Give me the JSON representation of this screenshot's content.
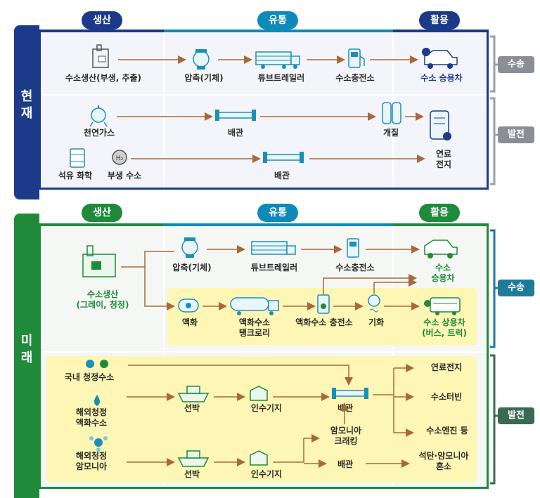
{
  "current": {
    "side_label": "현\n재",
    "phases": {
      "production": "생산",
      "distribution": "유통",
      "usage": "활용"
    },
    "transport_tag": "수송",
    "power_tag": "발전",
    "row1": {
      "production": "수소생산(부생, 추출)",
      "compress": "압축(기체)",
      "trailer": "튜브트레일러",
      "station": "수소충전소",
      "vehicle": "수소 승용차"
    },
    "row2": {
      "source": "천연가스",
      "pipe": "배관",
      "reform": "개질",
      "fuelcell": "연료\n전지"
    },
    "row3": {
      "source1": "석유 화학",
      "source2": "부생 수소",
      "pipe": "배관"
    }
  },
  "future": {
    "side_label": "미\n래",
    "phases": {
      "production": "생산",
      "distribution": "유통",
      "usage": "활용"
    },
    "transport_tag": "수송",
    "power_tag": "발전",
    "transport": {
      "production": "수소생산\n(그레이, 청정)",
      "compress": "압축(기체)",
      "trailer": "튜브트레일러",
      "station": "수소충전소",
      "car": "수소\n승용차",
      "liquefy": "액화",
      "lh2_tanker": "액화수소\n탱크로리",
      "lh2_station": "액화수소 충전소",
      "vaporize": "기화",
      "commercial": "수소 상용차\n(버스, 트럭)"
    },
    "power": {
      "domestic": "국내 청정수소",
      "overseas_lh2": "해외청정\n액화수소",
      "overseas_nh3": "해외청정\n암모니아",
      "ship1": "선박",
      "terminal1": "인수기지",
      "pipe1": "배관",
      "cracking": "암모니아\n크래킹",
      "ship2": "선박",
      "terminal2": "인수기지",
      "pipe2": "배관",
      "fuelcell": "연료전지",
      "turbine": "수소터빈",
      "engine": "수소엔진 등",
      "cofiring": "석탄·암모니아\n혼소"
    }
  },
  "colors": {
    "navy": "#1b3a8a",
    "teal": "#0e8ab8",
    "green": "#1f8a3a",
    "arrow": "#a8683a",
    "yellow": "#fdf6b4"
  }
}
